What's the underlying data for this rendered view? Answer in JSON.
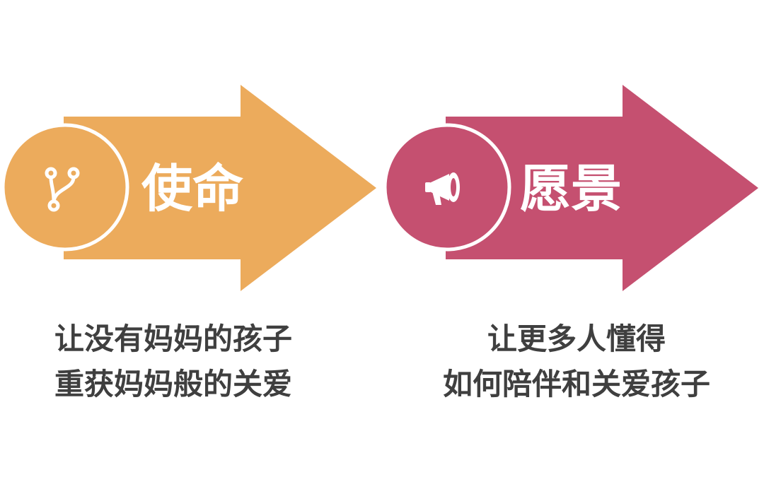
{
  "colors": {
    "mission": "#ECAB5C",
    "vision": "#C55070",
    "text": "#3f3f3f"
  },
  "mission": {
    "title": "使命",
    "icon": "branch-icon",
    "lines": [
      "让没有妈妈的孩子",
      "重获妈妈般的关爱"
    ]
  },
  "vision": {
    "title": "愿景",
    "icon": "megaphone-icon",
    "lines": [
      "让更多人懂得",
      "如何陪伴和关爱孩子"
    ]
  }
}
